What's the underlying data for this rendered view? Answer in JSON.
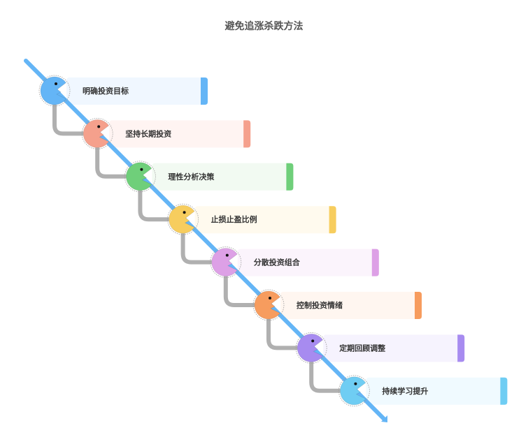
{
  "title": "避免追涨杀跌方法",
  "colors": {
    "diagonal_line": "#64b5f6",
    "connector": "#b0b0b0",
    "text": "#333333",
    "title": "#555555"
  },
  "steps": [
    {
      "label": "明确投资目标",
      "color": "#64b5f6",
      "bg": "#f0f7ff"
    },
    {
      "label": "坚持长期投资",
      "color": "#f5a08c",
      "bg": "#fff4f2"
    },
    {
      "label": "理性分析决策",
      "color": "#6fcf7a",
      "bg": "#f2faf2"
    },
    {
      "label": "止损止盈比例",
      "color": "#f7cd5e",
      "bg": "#fffaee"
    },
    {
      "label": "分散投资组合",
      "color": "#dda0e6",
      "bg": "#fbf4fc"
    },
    {
      "label": "控制投资情绪",
      "color": "#f79c5e",
      "bg": "#fff6f0"
    },
    {
      "label": "定期回顾调整",
      "color": "#a78bf0",
      "bg": "#f6f3fe"
    },
    {
      "label": "持续学习提升",
      "color": "#6fcdf3",
      "bg": "#f0faff"
    }
  ]
}
